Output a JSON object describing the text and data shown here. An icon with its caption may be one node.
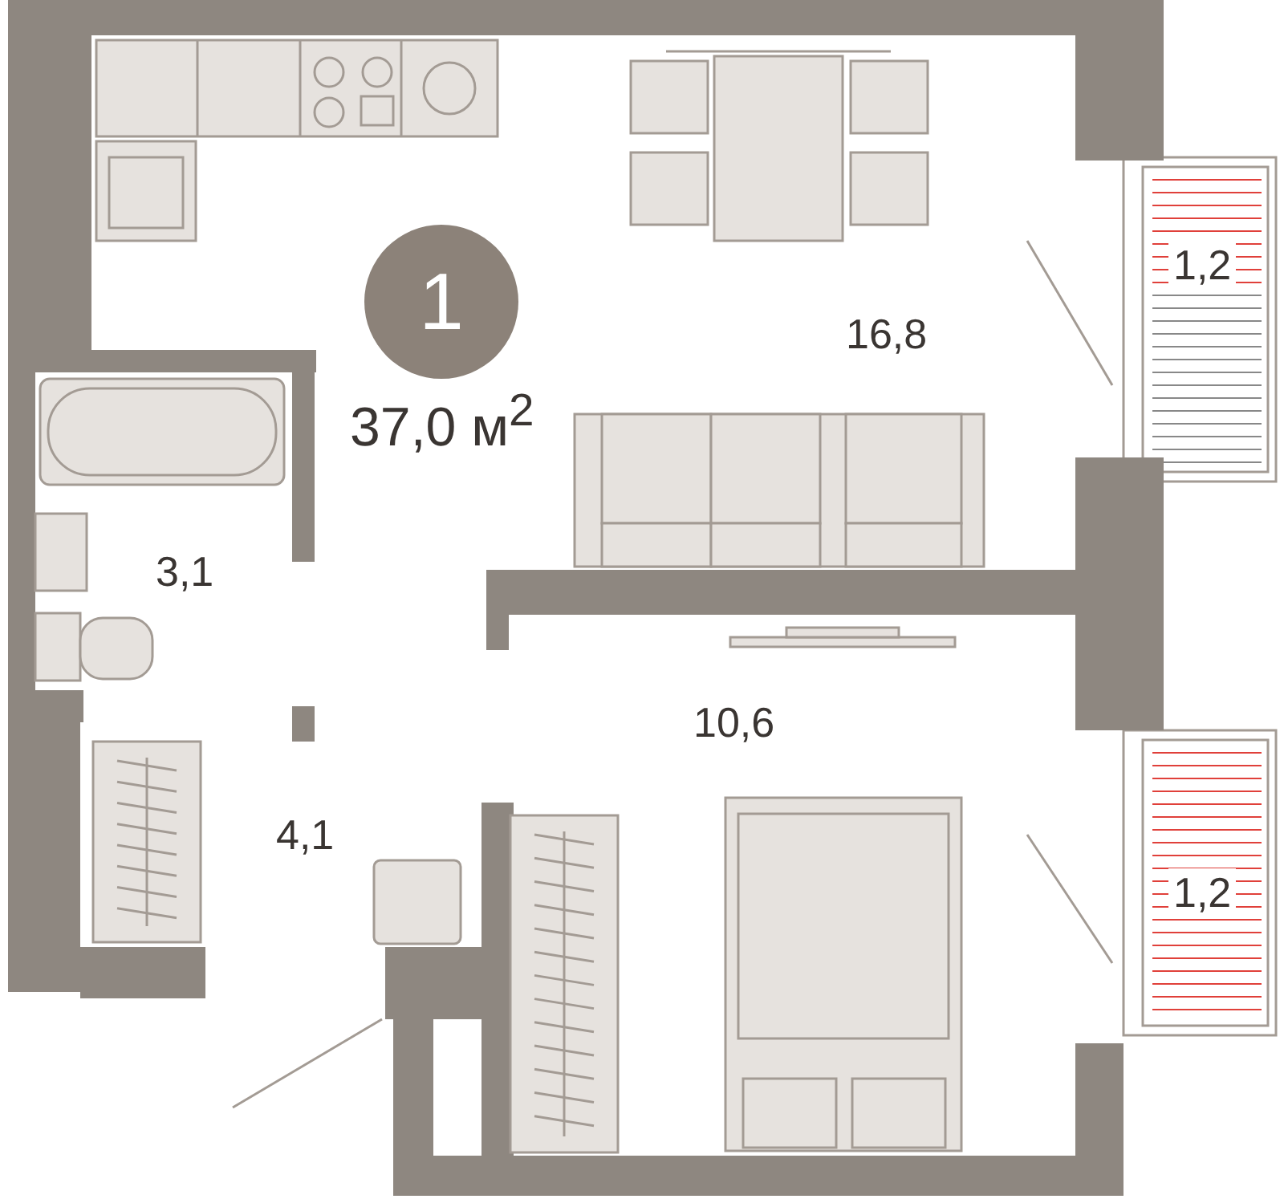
{
  "diagram": {
    "nodes": [
      {
        "text": [
          "1"
        ],
        "beside": [
          "37,0 м$^{2}$"
        ]
      }
    ],
    "labels": [
      "1,2",
      "16,8",
      "3,1",
      "10,6",
      "4,1",
      "1,2"
    ]
  }
}
